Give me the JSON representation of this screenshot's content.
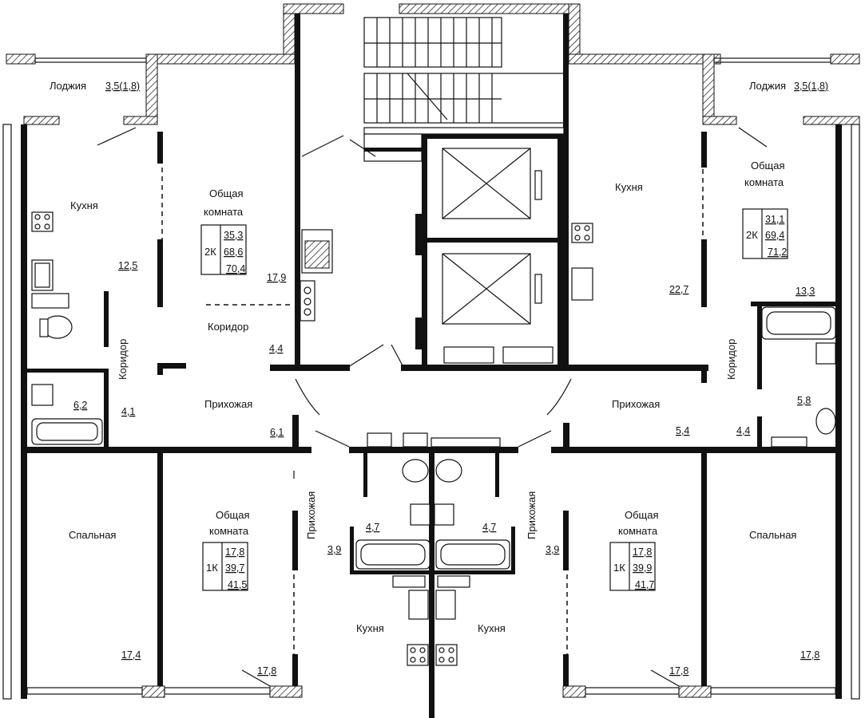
{
  "rooms": {
    "loggia_left": {
      "name": "Лоджия",
      "area": "3,5(1,8)"
    },
    "loggia_right": {
      "name": "Лоджия",
      "area": "3,5(1,8)"
    },
    "kitchen_left_top": {
      "name": "Кухня",
      "area": "12,5"
    },
    "living_left_top": {
      "name1": "Общая",
      "name2": "комната",
      "area": "17,9"
    },
    "corridor_left_top": {
      "name": "Коридор",
      "area": "4,4"
    },
    "corridor_left_vertical": {
      "name": "Коридор"
    },
    "bath_left_top": {
      "area": "6,2"
    },
    "hall_left_small": {
      "area": "4,1"
    },
    "hallway_left_top": {
      "name": "Прихожая",
      "area": "6,1"
    },
    "kitchen_right_top": {
      "name": "Кухня",
      "area": "22,7"
    },
    "living_right_top": {
      "name1": "Общая",
      "name2": "комната",
      "area": "13,3"
    },
    "corridor_right_vertical": {
      "name": "Коридор"
    },
    "bath_right_top": {
      "area": "5,8"
    },
    "hall_right_small": {
      "area": "4,4"
    },
    "hallway_right_top": {
      "name": "Прихожая",
      "area": "5,4"
    },
    "bedroom_left": {
      "name": "Спальная",
      "area": "17,4"
    },
    "living_left_bottom": {
      "name1": "Общая",
      "name2": "комната",
      "area": "17,8"
    },
    "hallway_left_bottom": {
      "name": "Прихожая",
      "area": "3,9"
    },
    "bath_left_bottom": {
      "area": "4,7"
    },
    "kitchen_left_bottom": {
      "name": "Кухня"
    },
    "bath_right_bottom": {
      "area": "4,7"
    },
    "kitchen_right_bottom": {
      "name": "Кухня"
    },
    "hallway_right_bottom": {
      "name": "Прихожая",
      "area": "3,9"
    },
    "living_right_bottom": {
      "name1": "Общая",
      "name2": "комната",
      "area": "17,8"
    },
    "bedroom_right": {
      "name": "Спальная",
      "area": "17,8"
    }
  },
  "apartments": {
    "apt_2k_left": {
      "type": "2К",
      "living": "35,3",
      "total": "68,6",
      "with_loggia": "70,4"
    },
    "apt_2k_right": {
      "type": "2К",
      "living": "31,1",
      "total": "69,4",
      "with_loggia": "71,2"
    },
    "apt_1k_left": {
      "type": "1К",
      "living": "17,8",
      "total": "39,7",
      "with_loggia": "41,5"
    },
    "apt_1k_right": {
      "type": "1К",
      "living": "17,8",
      "total": "39,9",
      "with_loggia": "41,7"
    }
  },
  "colors": {
    "ink": "#111111",
    "paper": "#ffffff"
  }
}
